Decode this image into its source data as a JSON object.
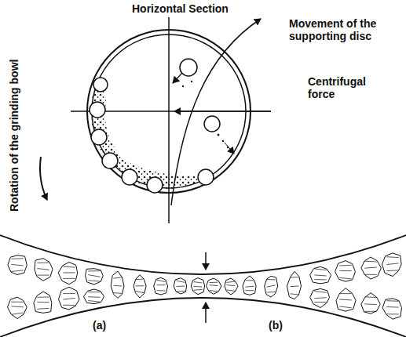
{
  "diagram": {
    "labels": [
      "Horizontal Section",
      "Movement of the supporting disc",
      "Centrifugal force",
      "Rotation of the grinding bowl",
      "(a)",
      "(b)"
    ]
  }
}
